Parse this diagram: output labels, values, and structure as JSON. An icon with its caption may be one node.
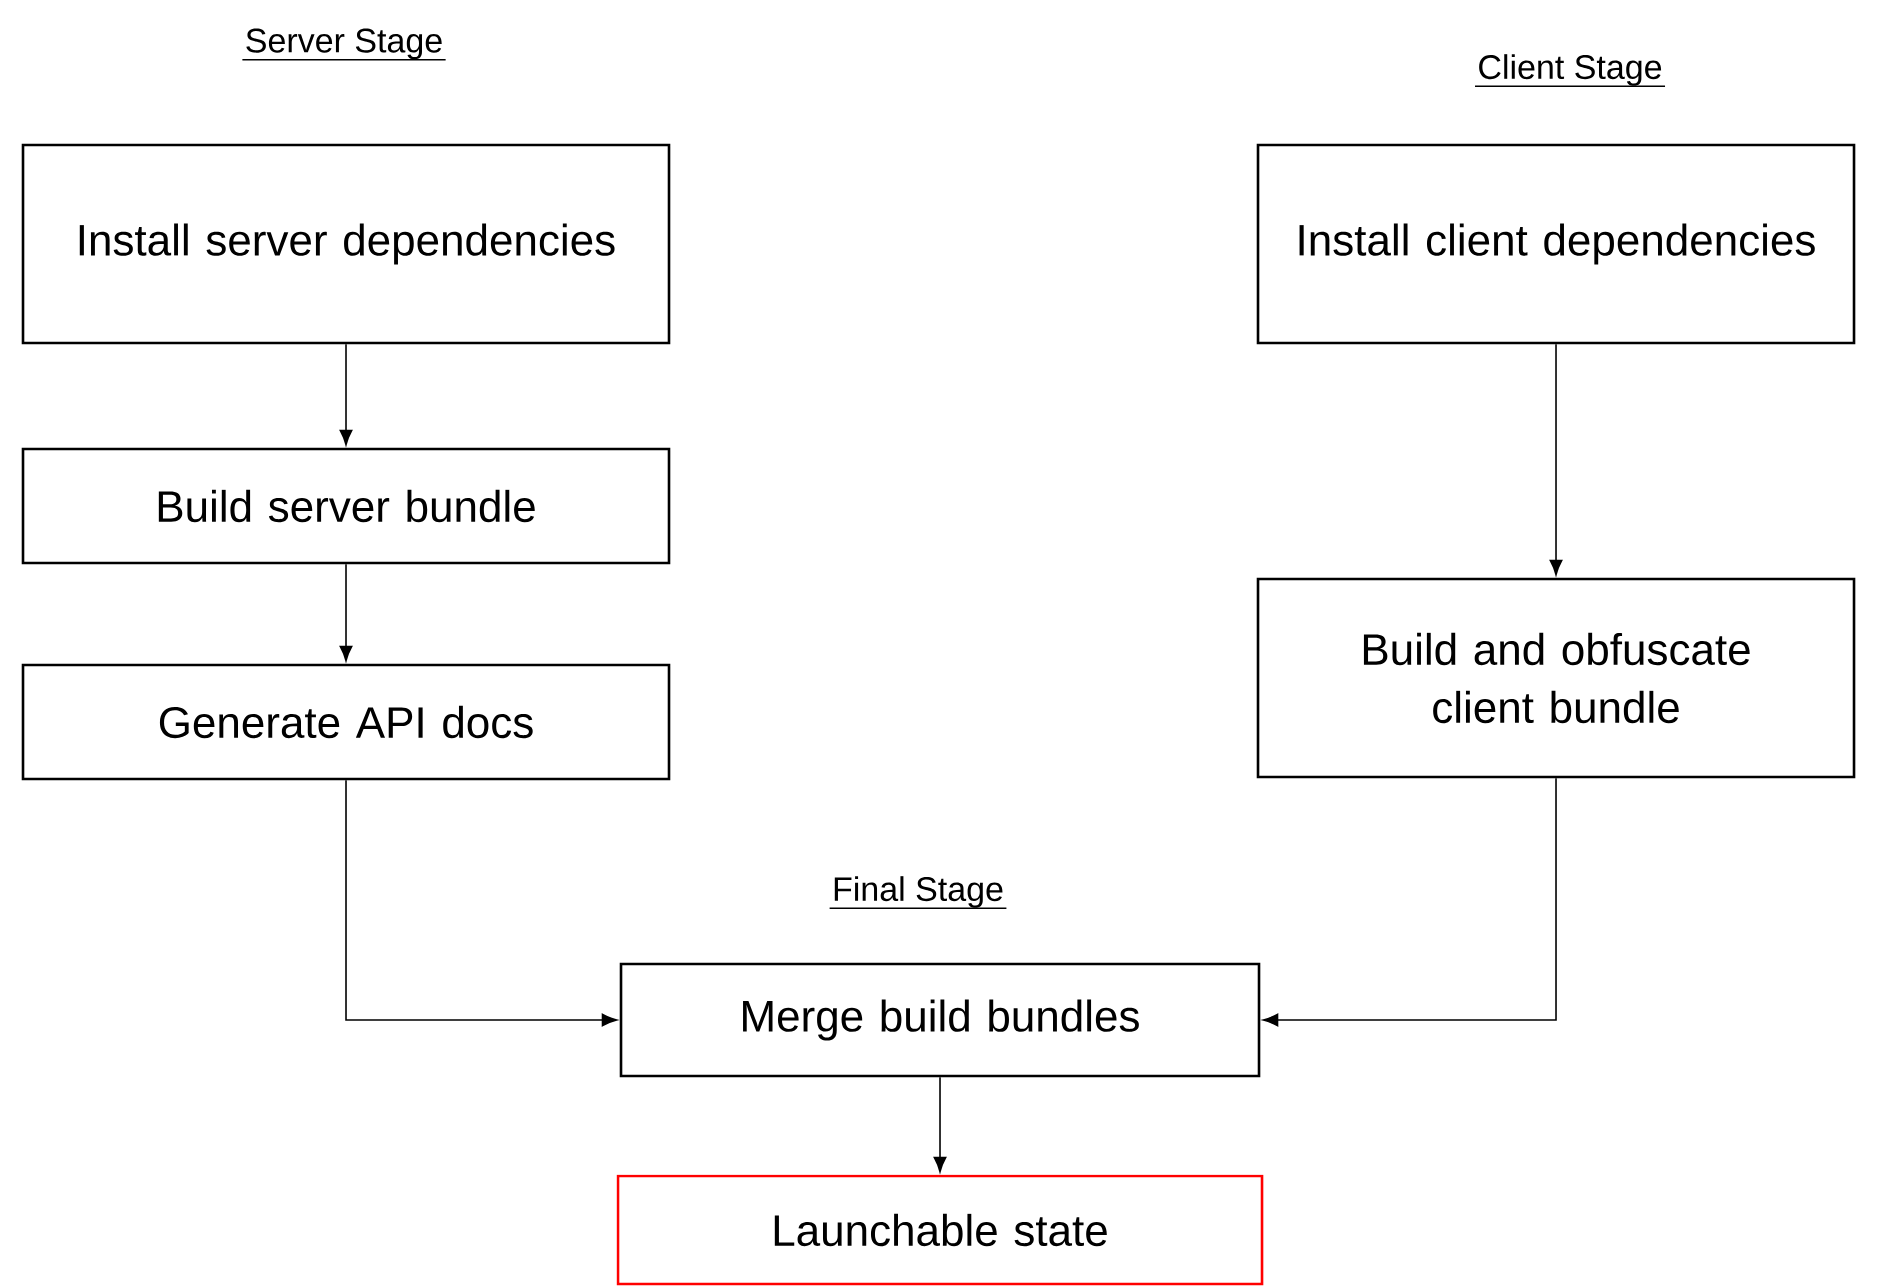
{
  "diagram": {
    "nodes": [
      {
        "text": [
          "Install server dependencies"
        ]
      },
      {
        "text": [
          "Build server bundle"
        ]
      },
      {
        "text": [
          "Generate API docs"
        ]
      },
      {
        "text": [
          "Install client dependencies"
        ]
      },
      {
        "text": [
          "Build and obfuscate client bundle"
        ]
      },
      {
        "text": [
          "Merge build bundles"
        ]
      },
      {
        "text": [
          "Launchable state"
        ]
      }
    ],
    "edges": [
      {
        "from": 0,
        "to": 1,
        "arrow": "to"
      },
      {
        "from": 1,
        "to": 2,
        "arrow": "to"
      },
      {
        "from": 3,
        "to": 4,
        "arrow": "to"
      },
      {
        "from": 2,
        "to": 5,
        "arrow": "to"
      },
      {
        "from": 4,
        "to": 5,
        "arrow": "to"
      },
      {
        "from": 5,
        "to": 6,
        "arrow": "to"
      }
    ],
    "labels": [
      "Server Stage",
      "Client Stage",
      "Final Stage"
    ]
  }
}
